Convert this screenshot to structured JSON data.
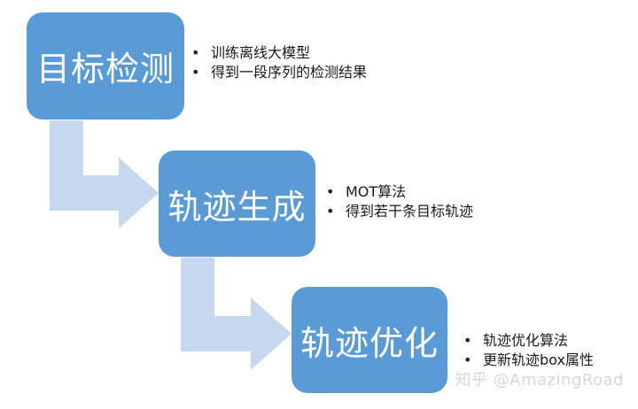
{
  "colors": {
    "stage_box": "#5b9bd5",
    "stage_text": "#ffffff",
    "arrow": "#c5d8ee",
    "bullet_text": "#1a1a1a",
    "watermark": "#d7d7d7"
  },
  "stages": [
    {
      "title": "目标检测",
      "bullets": [
        "训练离线大模型",
        "得到一段序列的检测结果"
      ]
    },
    {
      "title": "轨迹生成",
      "bullets": [
        "MOT算法",
        "得到若干条目标轨迹"
      ]
    },
    {
      "title": "轨迹优化",
      "bullets": [
        "轨迹优化算法",
        "更新轨迹box属性"
      ]
    }
  ],
  "watermark": "知乎 @AmazingRoad"
}
